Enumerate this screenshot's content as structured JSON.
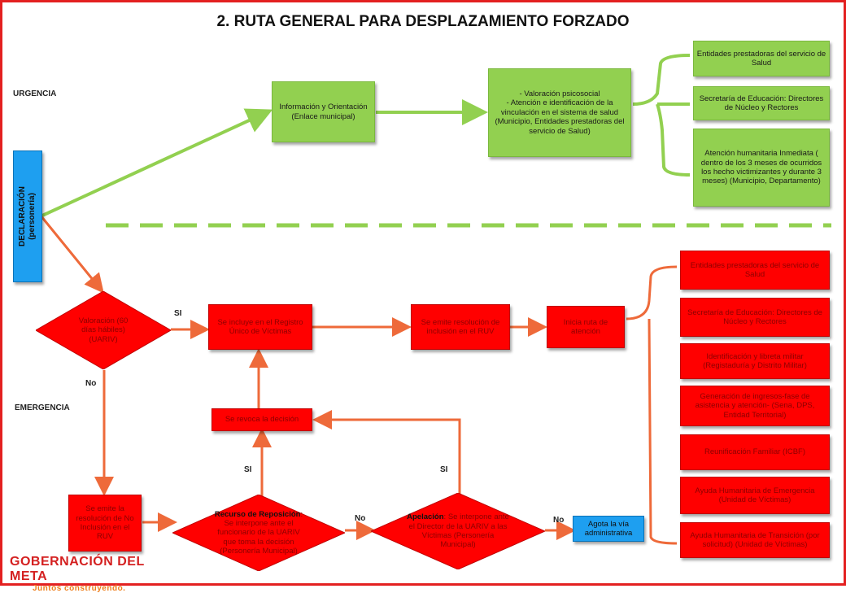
{
  "title": "2. RUTA GENERAL PARA DESPLAZAMIENTO FORZADO",
  "labels": {
    "urgencia": "URGENCIA",
    "emergencia": "EMERGENCIA",
    "si1": "SI",
    "no1": "No",
    "si2": "SI",
    "si3": "SI",
    "no2": "No",
    "no3": "No"
  },
  "declaracion": {
    "line1": "DECLARACIÓN",
    "line2": "(personería)"
  },
  "urgencia": {
    "info": "Información y Orientación (Enlace municipal)",
    "valoracion": "- Valoración psicosocial\n- Atención e identificación de la vinculación en el sistema de salud\n(Municipio, Entidades prestadoras del servicio de Salud)",
    "salud": "Entidades prestadoras del servicio de Salud",
    "educacion": "Secretaría de Educación: Directores de Núcleo y Rectores",
    "humanitaria": "Atención humanitaria Inmediata ( dentro de los 3 meses de ocurridos los hecho victimizantes y durante 3 meses) (Municipio, Departamento)"
  },
  "emergencia": {
    "valoracion": "Valoración (60 días hábiles) (UARIV)",
    "incluye": "Se incluye en el Registro Único de Víctimas",
    "resolucion_inclusion": "Se emite resolución de inclusión en el RUV",
    "inicia_ruta": "Inicia ruta de atención",
    "revoca": "Se revoca la decisión",
    "no_inclusion": "Se emite la resolución de No Inclusión en el RUV",
    "reposicion_title": "Recurso de Reposición",
    "reposicion_text": ": Se interpone ante el funcionario de la UARIV que toma la decisión (Personería Municipal)",
    "apelacion_title": "Apelación",
    "apelacion_text": ": Se interpone ante el Director de la UARIV a las Víctimas (Personería Municipal)",
    "agota": "Agota la vía administrativa",
    "salud": "Entidades prestadoras del servicio de Salud",
    "educacion": "Secretaría de Educación: Directores de Núcleo y Rectores",
    "identificacion": "Identificación y libreta militar (Registaduría y Distrito Militar)",
    "ingresos": "Generación de ingresos-fase de asistencia y atención- (Sena, DPS, Entidad Territorial)",
    "reunificacion": "Reunificación Familiar (ICBF)",
    "ayuda_emergencia": "Ayuda Humanitaria de Emergencia (Unidad de Víctimas)",
    "ayuda_transicion": "Ayuda Humanitaria de Transición (por solicitud) (Unidad de Víctimas)"
  },
  "logo": {
    "line1": "GOBERNACIÓN DEL META",
    "line2": "Juntos construyendo."
  },
  "colors": {
    "green": "#92d050",
    "red": "#ff0000",
    "blue": "#1e9ff0",
    "arrow_orange": "#ee6a3a"
  }
}
